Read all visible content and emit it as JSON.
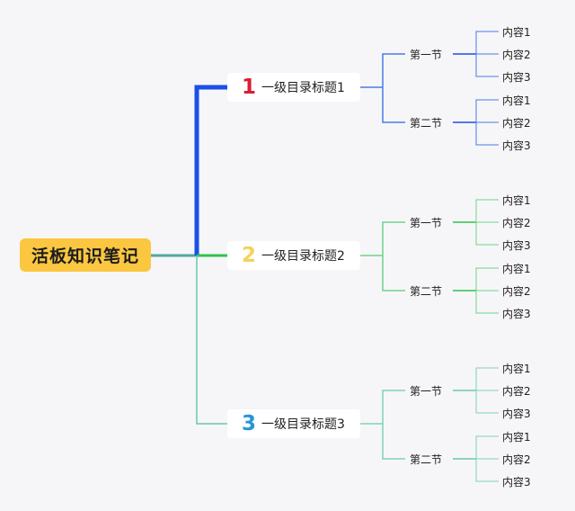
{
  "root": {
    "label": "活板知识笔记",
    "color": "#fbc741"
  },
  "branches": [
    {
      "number": "1",
      "title": "一级目录标题1",
      "number_color": "#d81e34",
      "line_color": "#1a4fe8",
      "sub_color": "#4a7be6",
      "sections": [
        {
          "label": "第一节",
          "items": [
            "内容1",
            "内容2",
            "内容3"
          ]
        },
        {
          "label": "第二节",
          "items": [
            "内容1",
            "内容2",
            "内容3"
          ]
        }
      ]
    },
    {
      "number": "2",
      "title": "一级目录标题2",
      "number_color": "#f3d35a",
      "line_color": "#2ec24e",
      "sub_color": "#6fd48a",
      "sections": [
        {
          "label": "第一节",
          "items": [
            "内容1",
            "内容2",
            "内容3"
          ]
        },
        {
          "label": "第二节",
          "items": [
            "内容1",
            "内容2",
            "内容3"
          ]
        }
      ]
    },
    {
      "number": "3",
      "title": "一级目录标题3",
      "number_color": "#2596d6",
      "line_color": "#6ac9a8",
      "sub_color": "#7fd3b6",
      "sections": [
        {
          "label": "第一节",
          "items": [
            "内容1",
            "内容2",
            "内容3"
          ]
        },
        {
          "label": "第二节",
          "items": [
            "内容1",
            "内容2",
            "内容3"
          ]
        }
      ]
    }
  ]
}
